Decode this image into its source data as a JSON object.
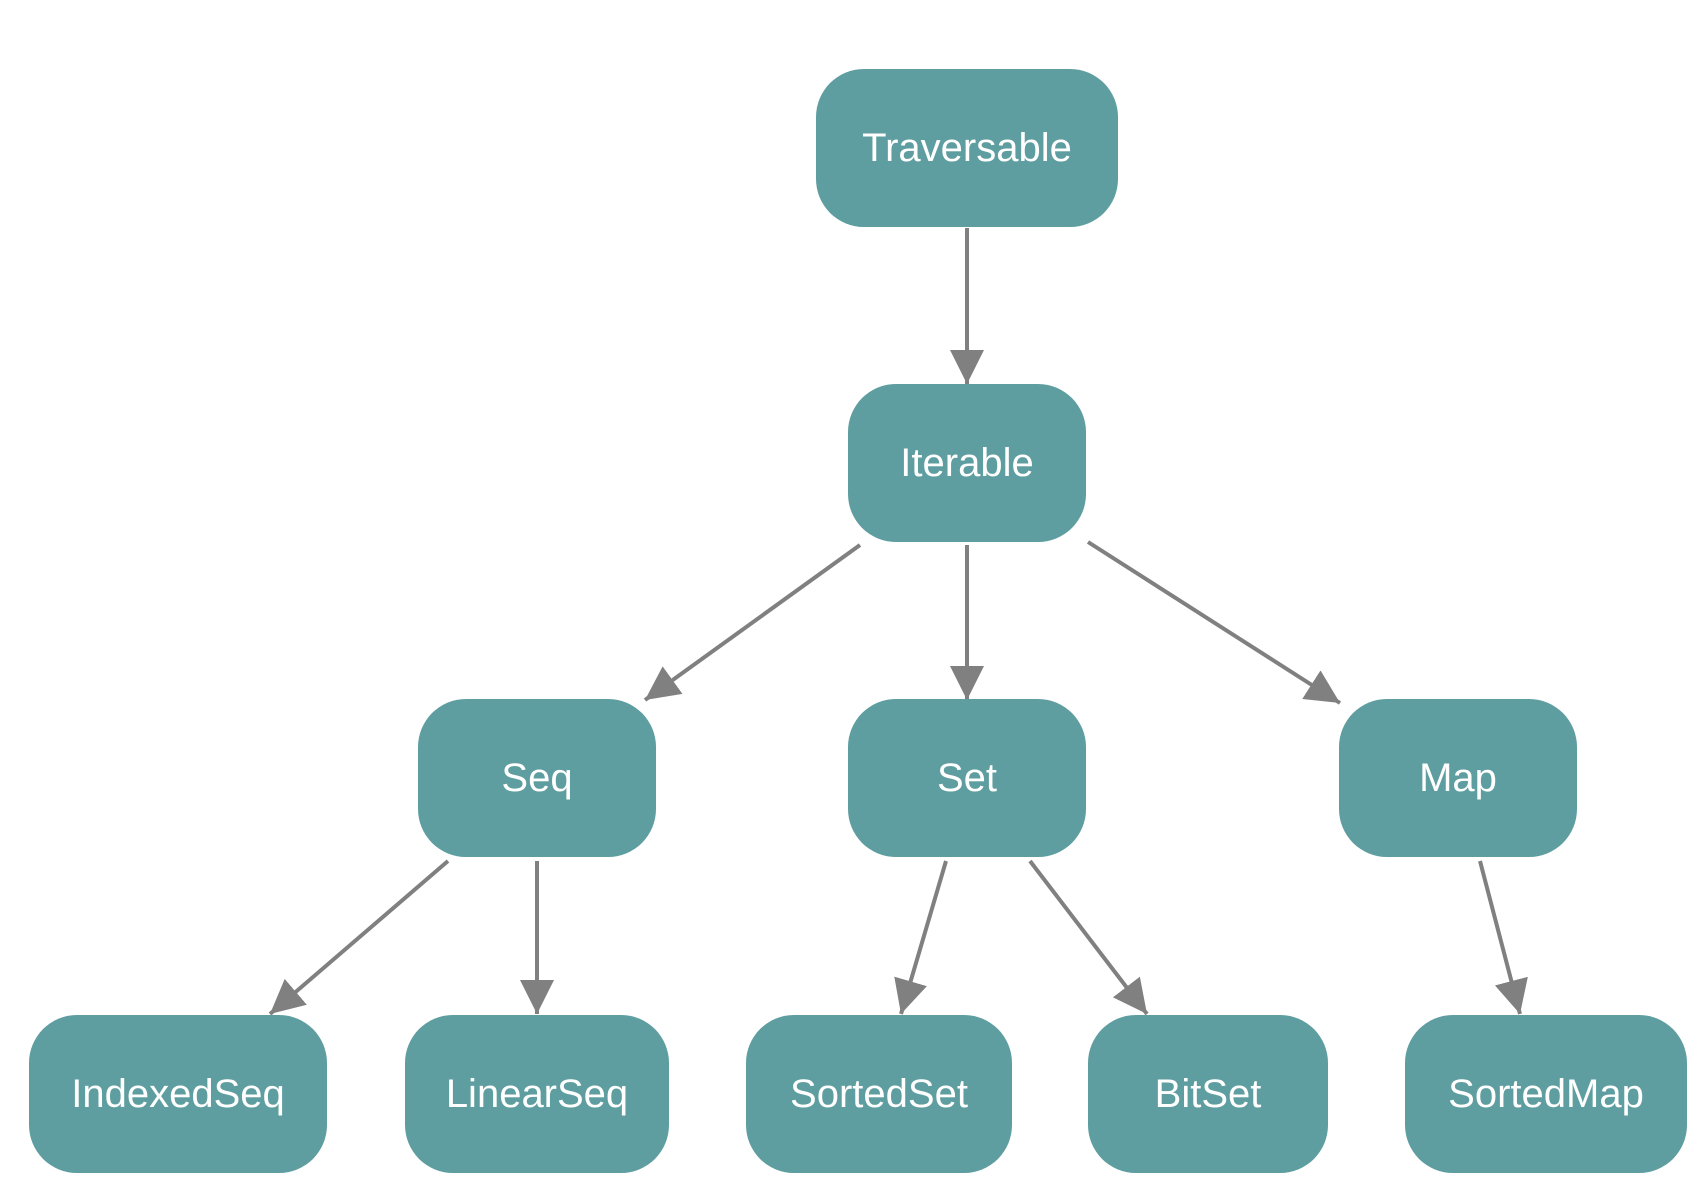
{
  "colors": {
    "node_fill": "#5f9ea0",
    "node_text": "#ffffff",
    "edge": "#808080",
    "background": "#ffffff"
  },
  "nodes": [
    {
      "id": "traversable",
      "label": "Traversable"
    },
    {
      "id": "iterable",
      "label": "Iterable"
    },
    {
      "id": "seq",
      "label": "Seq"
    },
    {
      "id": "set",
      "label": "Set"
    },
    {
      "id": "map",
      "label": "Map"
    },
    {
      "id": "indexedseq",
      "label": "IndexedSeq"
    },
    {
      "id": "linearseq",
      "label": "LinearSeq"
    },
    {
      "id": "sortedset",
      "label": "SortedSet"
    },
    {
      "id": "bitset",
      "label": "BitSet"
    },
    {
      "id": "sortedmap",
      "label": "SortedMap"
    }
  ],
  "edges": [
    {
      "from": "traversable",
      "to": "iterable"
    },
    {
      "from": "iterable",
      "to": "seq"
    },
    {
      "from": "iterable",
      "to": "set"
    },
    {
      "from": "iterable",
      "to": "map"
    },
    {
      "from": "seq",
      "to": "indexedseq"
    },
    {
      "from": "seq",
      "to": "linearseq"
    },
    {
      "from": "set",
      "to": "sortedset"
    },
    {
      "from": "set",
      "to": "bitset"
    },
    {
      "from": "map",
      "to": "sortedmap"
    }
  ]
}
